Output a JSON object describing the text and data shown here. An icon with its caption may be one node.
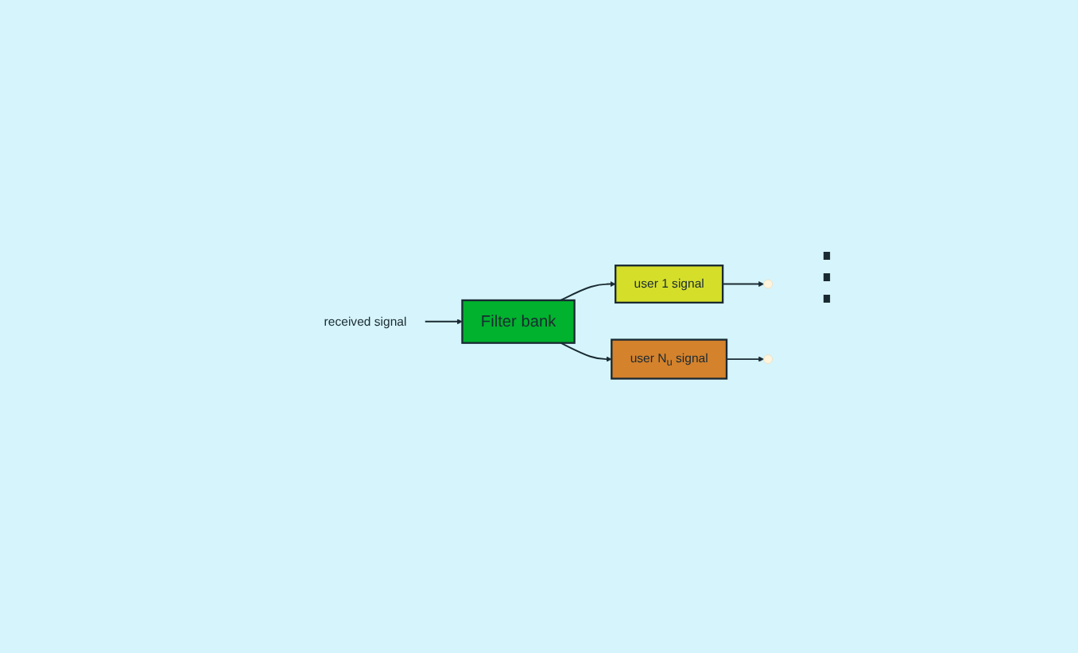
{
  "diagram": {
    "nodes": [
      {
        "text": [
          "received signal"
        ]
      },
      {
        "text": [
          "Filter bank"
        ]
      },
      {
        "text": [
          "user 1 signal"
        ]
      },
      {
        "text": [
          "user N$_{u}$ signal"
        ]
      }
    ],
    "edges": [
      {
        "from": 0,
        "to": 1,
        "arrow": "to"
      },
      {
        "from": 1,
        "to": 2,
        "arrow": "to"
      },
      {
        "from": 1,
        "to": 3,
        "arrow": "to"
      },
      {
        "from": 2,
        "to": null,
        "arrow": "to"
      },
      {
        "from": 3,
        "to": null,
        "arrow": "to"
      }
    ],
    "labels": [
      "⋮"
    ]
  }
}
